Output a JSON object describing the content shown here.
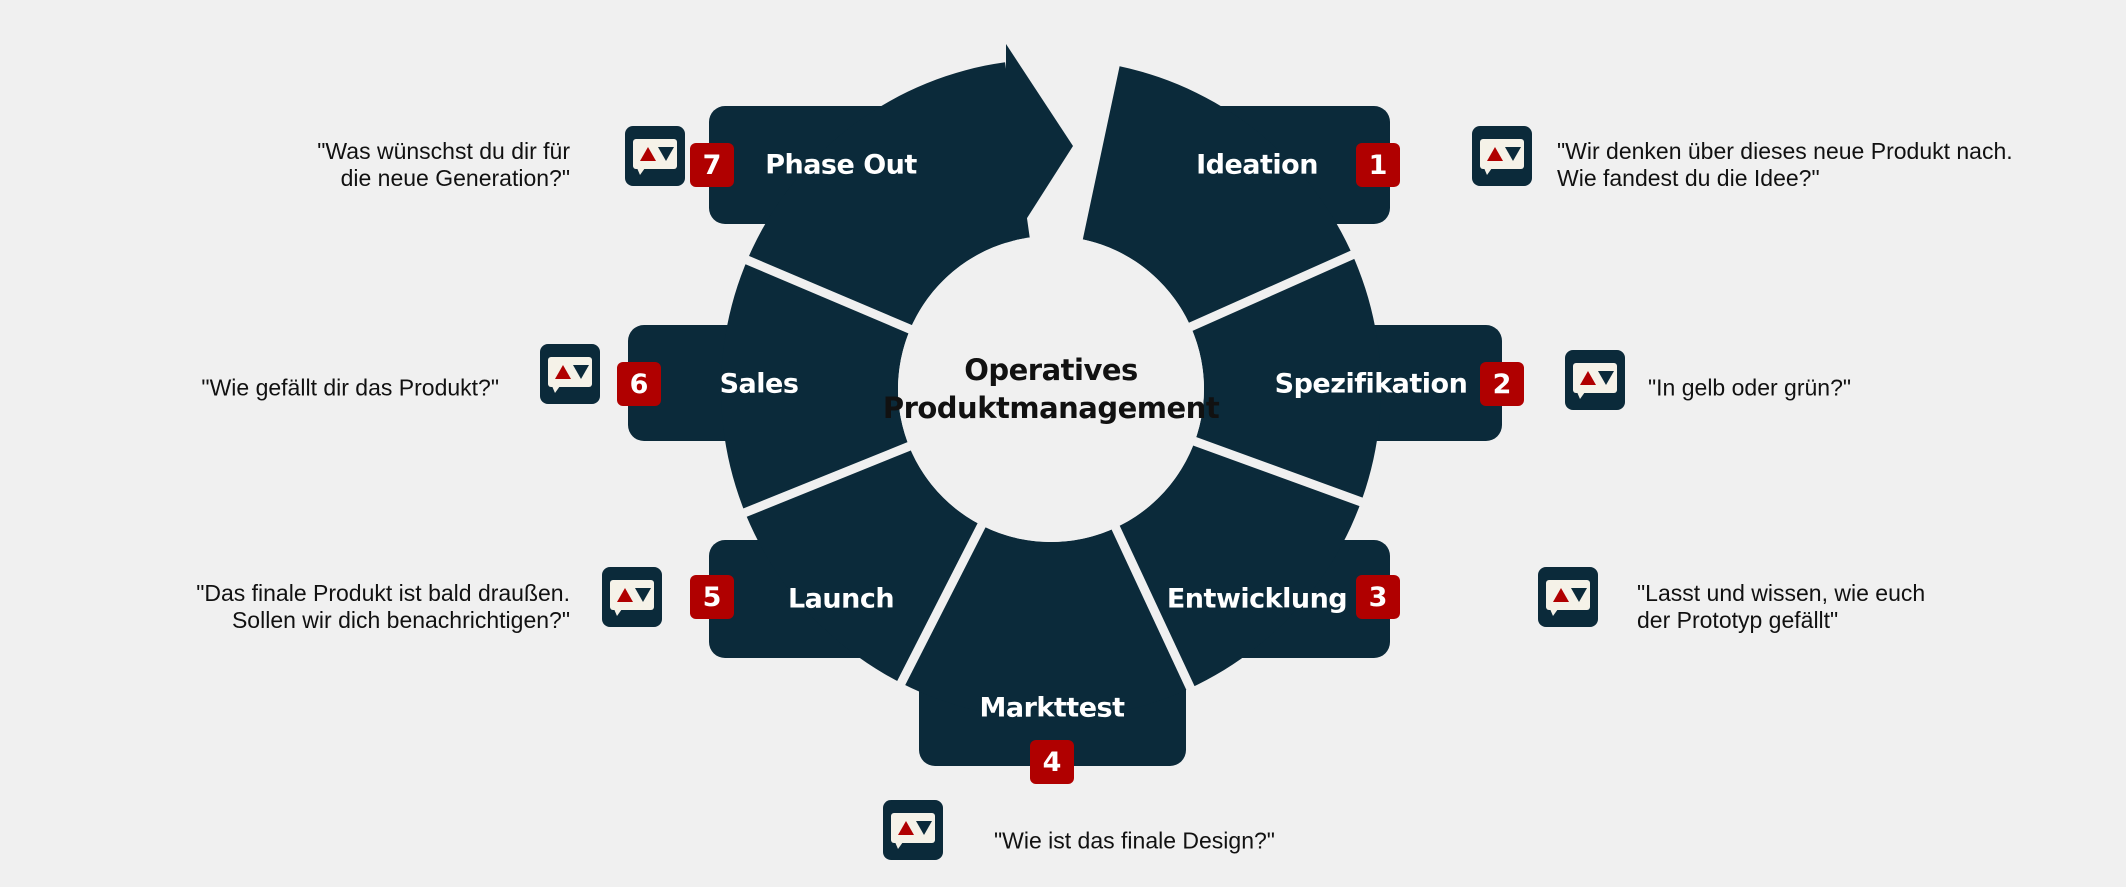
{
  "title_line1": "Operatives",
  "title_line2": "Produktmanagement",
  "colors": {
    "segment": "#0b2a3a",
    "badge": "#b00000",
    "background": "#f0f0f0"
  },
  "phases": [
    {
      "number": "1",
      "label": "Ideation",
      "quote_line1": "\"Wir denken über dieses neue Produkt nach.",
      "quote_line2": "Wie fandest du die Idee?\""
    },
    {
      "number": "2",
      "label": "Spezifikation",
      "quote_line1": "\"In gelb oder grün?\"",
      "quote_line2": ""
    },
    {
      "number": "3",
      "label": "Entwicklung",
      "quote_line1": "\"Lasst und wissen, wie euch",
      "quote_line2": "der Prototyp gefällt\""
    },
    {
      "number": "4",
      "label": "Markttest",
      "quote_line1": "\"Wie ist das finale Design?\"",
      "quote_line2": ""
    },
    {
      "number": "5",
      "label": "Launch",
      "quote_line1": "\"Das finale Produkt ist bald draußen.",
      "quote_line2": "Sollen wir dich benachrichtigen?\""
    },
    {
      "number": "6",
      "label": "Sales",
      "quote_line1": "\"Wie gefällt dir das Produkt?\"",
      "quote_line2": ""
    },
    {
      "number": "7",
      "label": "Phase Out",
      "quote_line1": "\"Was wünschst du dir für",
      "quote_line2": "die neue Generation?\""
    }
  ],
  "icon": "feedback-vote-icon"
}
